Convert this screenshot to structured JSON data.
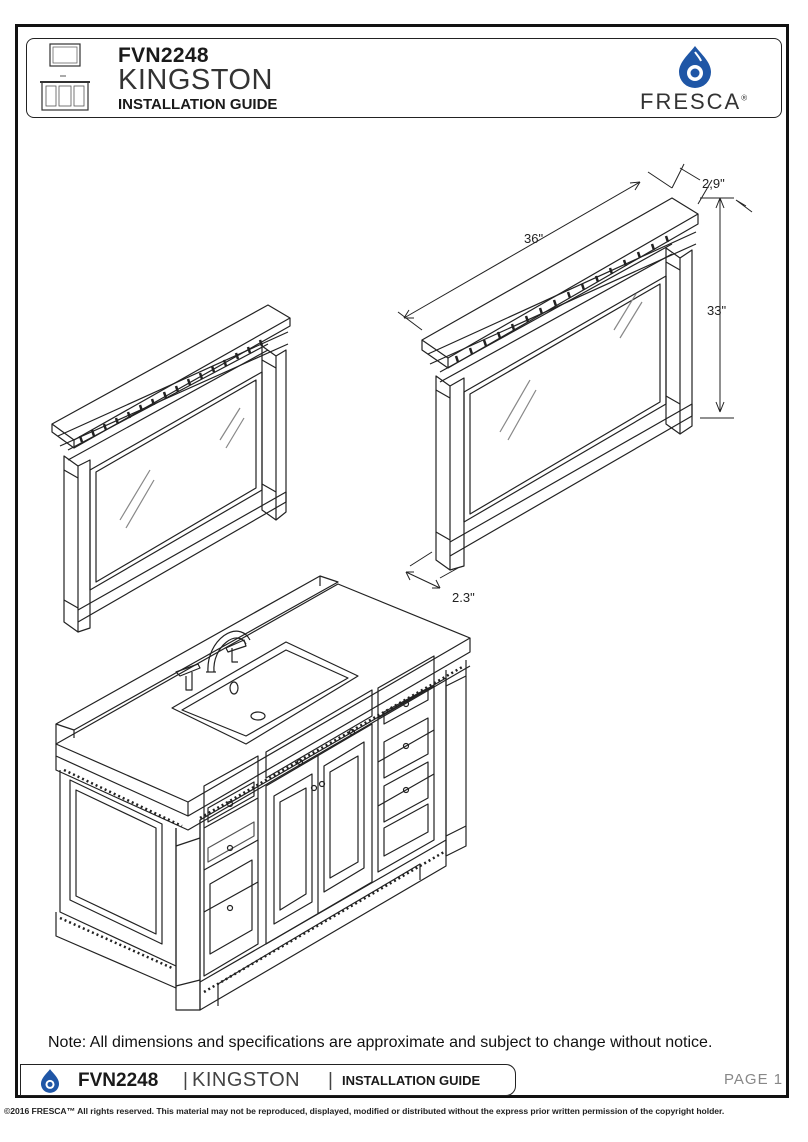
{
  "header": {
    "model": "FVN2248",
    "name": "KINGSTON",
    "guide": "INSTALLATION GUIDE"
  },
  "brand": {
    "name": "FRESCA",
    "registered": "®",
    "accent_color": "#1f56a6"
  },
  "dimensions": {
    "width": "36\"",
    "depth": "2,9\"",
    "height": "33\"",
    "frame_width": "2.3\""
  },
  "note": "Note: All dimensions and specifications are approximate and subject to change without notice.",
  "footer": {
    "model": "FVN2248",
    "separator": "|",
    "name": "KINGSTON",
    "guide": "INSTALLATION GUIDE",
    "page": "PAGE 1"
  },
  "copyright": "©2016 FRESCA™ All rights reserved. This material may not be reproduced, displayed, modified or distributed without the express prior written permission of the copyright holder."
}
